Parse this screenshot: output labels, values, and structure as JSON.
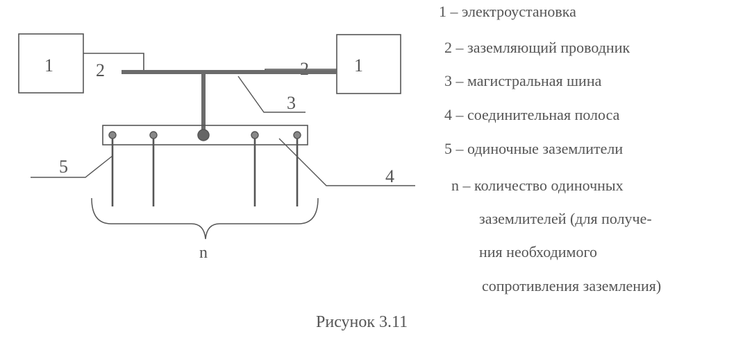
{
  "diagram": {
    "box_left_label": "1",
    "box_right_label": "1",
    "conductor_left_label": "2",
    "conductor_right_label": "2",
    "bus_label": "3",
    "strip_label": "4",
    "electrode_label": "5",
    "count_label": "n"
  },
  "legend": {
    "items": [
      "1 – электроустановка",
      "2 – заземляющий проводник",
      "3 – магистральная шина",
      "4 – соединительная полоса",
      "5 – одиночные заземлители",
      "n – количество одиночных",
      "заземлителей (для получе-",
      "ния необходимого",
      "сопротивления заземления)"
    ]
  },
  "caption": "Рисунок 3.11",
  "colors": {
    "ink": "#555555",
    "bus": "#6b6b6b"
  }
}
